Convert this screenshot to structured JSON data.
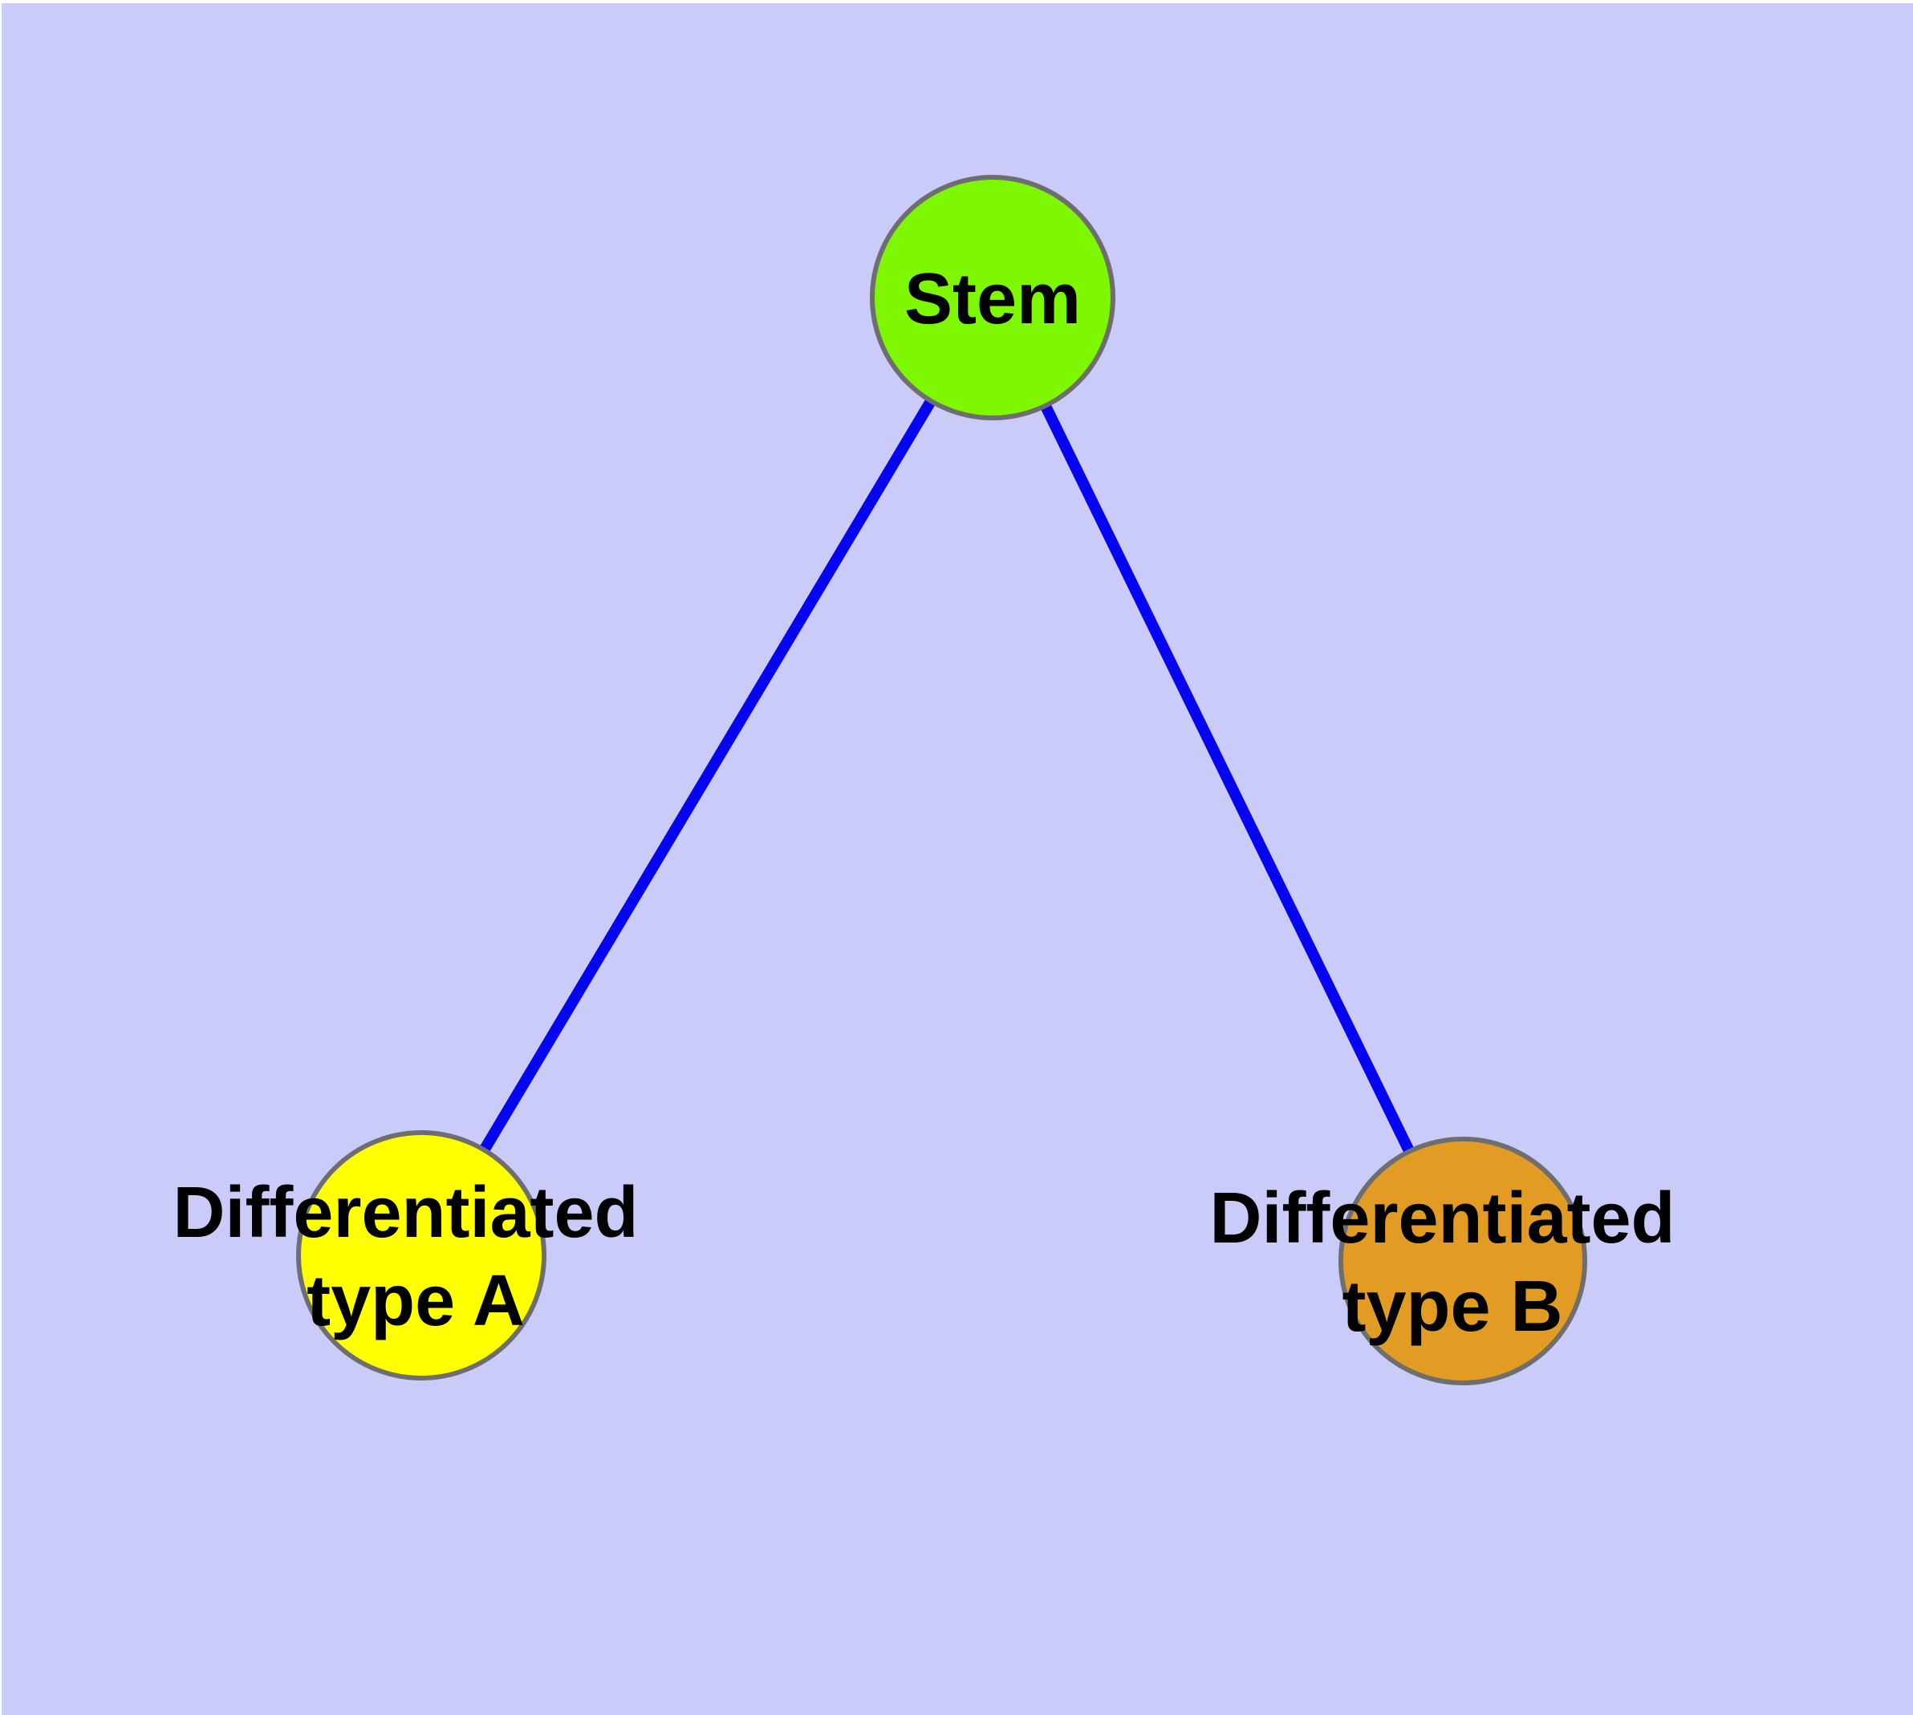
{
  "diagram": {
    "type": "graph",
    "background_color": "#CBCBF9",
    "edge_color": "#0505F0",
    "node_border_color": "#6E6E6E",
    "text_color": "#000000",
    "nodes": [
      {
        "id": "stem",
        "label": "Stem",
        "lines": [
          "Stem"
        ],
        "color": "#7DF800"
      },
      {
        "id": "differentiated-type-a",
        "label": "Differentiated type A",
        "lines": [
          "Differentiated",
          "type A"
        ],
        "color": "#FFFF00"
      },
      {
        "id": "differentiated-type-b",
        "label": "Differentiated type B",
        "lines": [
          "Differentiated",
          "type B"
        ],
        "color": "#E39C23"
      }
    ],
    "edges": [
      {
        "from": "Stem",
        "to": "Differentiated type A"
      },
      {
        "from": "Stem",
        "to": "Differentiated type B"
      }
    ]
  }
}
